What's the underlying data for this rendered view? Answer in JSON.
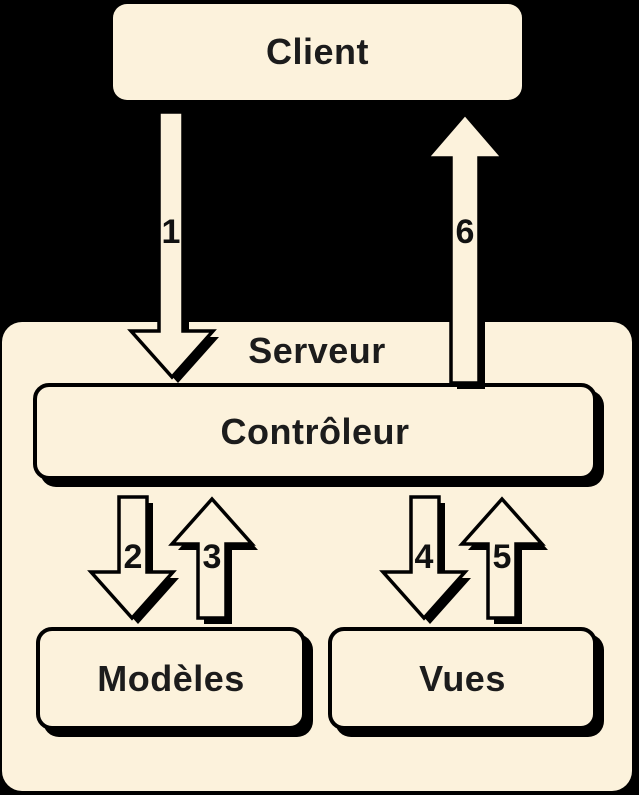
{
  "diagram": {
    "type": "flow-diagram",
    "description": "MVC request flow between client and server",
    "colors": {
      "background": "#000000",
      "box_fill": "#fcf2dc",
      "outline": "#000000",
      "text": "#1c1c1c"
    },
    "nodes": {
      "client": {
        "label": "Client"
      },
      "serveur": {
        "label": "Serveur"
      },
      "controleur": {
        "label": "Contrôleur"
      },
      "modeles": {
        "label": "Modèles"
      },
      "vues": {
        "label": "Vues"
      }
    },
    "arrows": [
      {
        "label": "1",
        "direction": "down",
        "from": "Client",
        "to": "Contrôleur"
      },
      {
        "label": "2",
        "direction": "down",
        "from": "Contrôleur",
        "to": "Modèles"
      },
      {
        "label": "3",
        "direction": "up",
        "from": "Modèles",
        "to": "Contrôleur"
      },
      {
        "label": "4",
        "direction": "down",
        "from": "Contrôleur",
        "to": "Vues"
      },
      {
        "label": "5",
        "direction": "up",
        "from": "Vues",
        "to": "Contrôleur"
      },
      {
        "label": "6",
        "direction": "up",
        "from": "Contrôleur",
        "to": "Client"
      }
    ]
  }
}
